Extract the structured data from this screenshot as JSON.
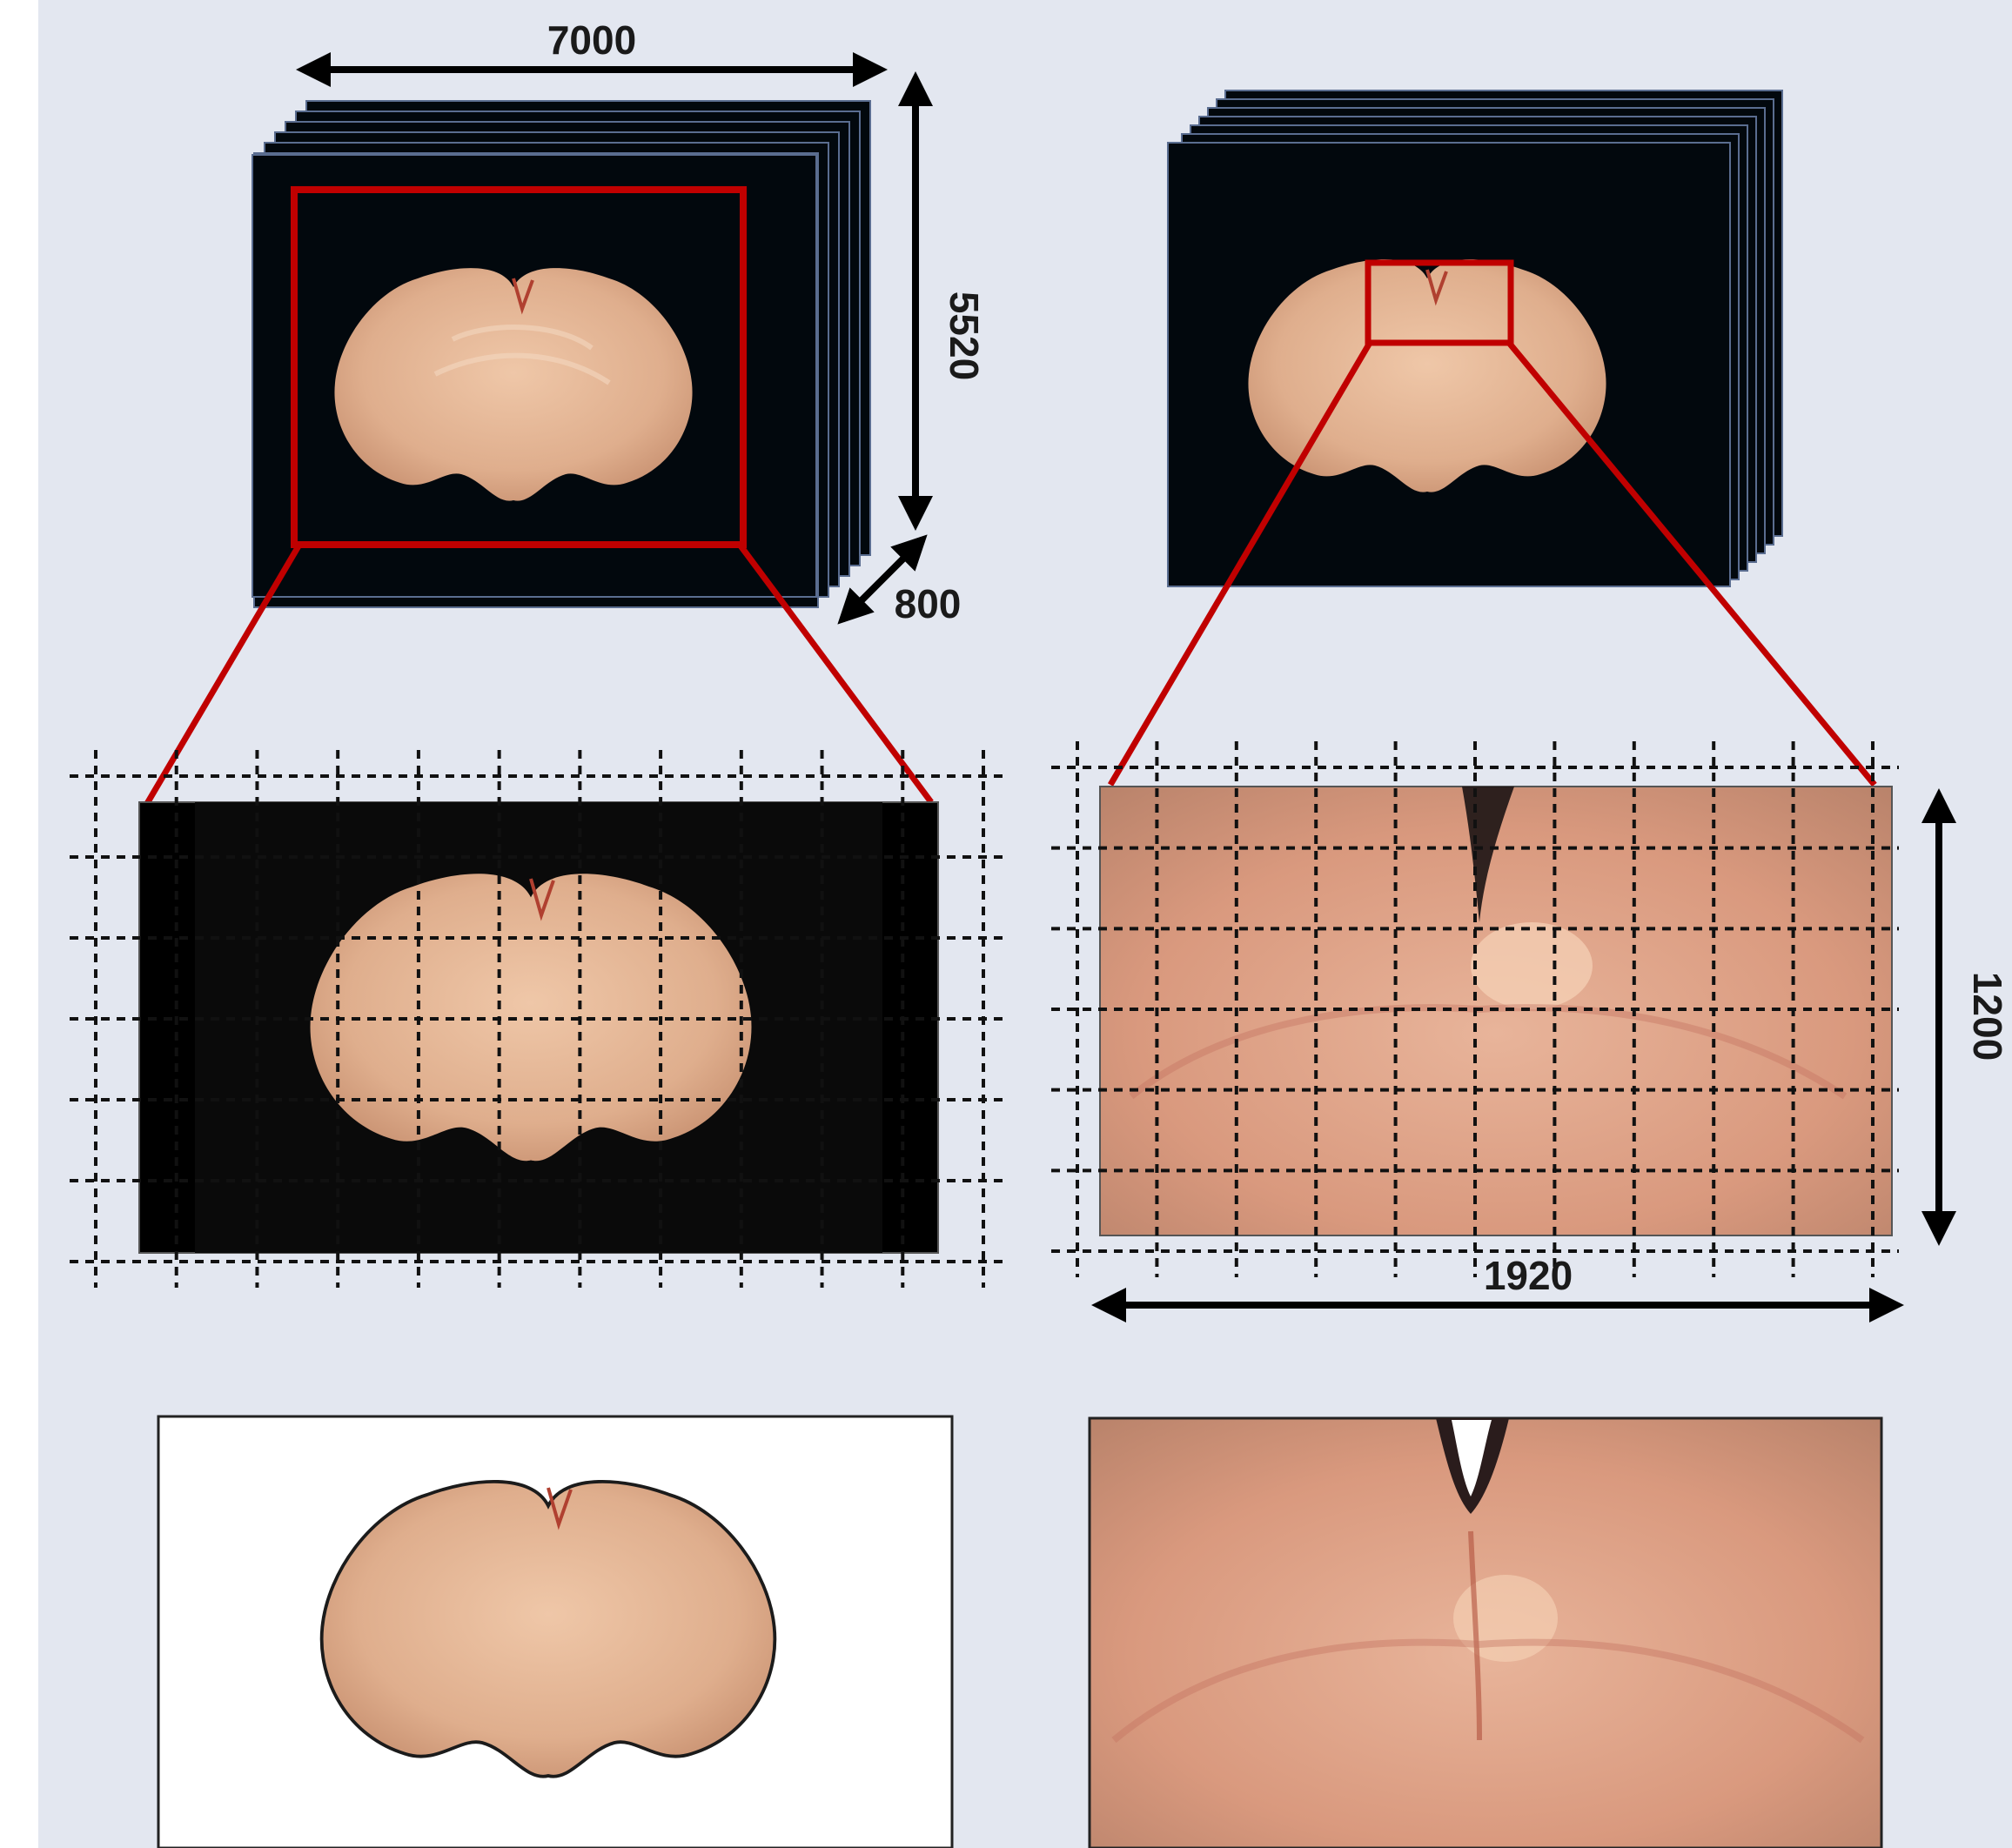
{
  "figure": {
    "dimensions": {
      "width_label": "7000",
      "height_label": "5520",
      "depth_label": "800",
      "tile_height_label": "1200",
      "tile_width_label": "1920"
    },
    "colors": {
      "background": "#e3e7f0",
      "stack_frame": "#02080d",
      "stack_edge": "#5a6d90",
      "crop_box": "#c00000",
      "tissue": "#e0ad8c",
      "tissue_dark": "#c98e6e",
      "grid_line": "#111111"
    }
  }
}
